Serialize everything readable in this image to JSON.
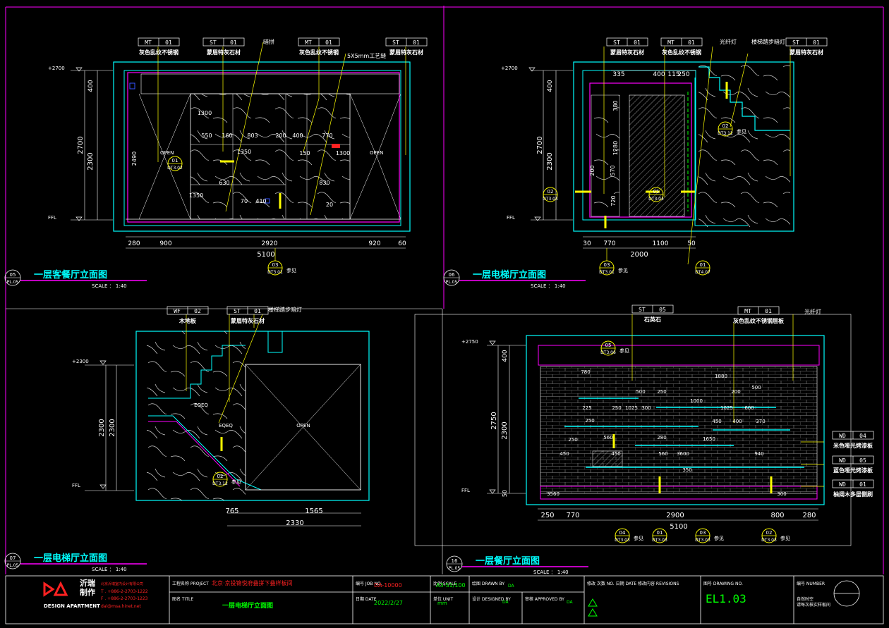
{
  "colors": {
    "background": "#000000",
    "frame": "#ff00ff",
    "wall": "#00ffff",
    "line": "#ffffff",
    "leader": "#ffff00",
    "dimension": "#ffffff",
    "accent": "#ffff00",
    "green": "#00ff00",
    "blue": "#3355ff",
    "red": "#ff2222"
  },
  "panels": {
    "p1": {
      "no": "05",
      "sheet": "PL.05",
      "title": "一层客餐厅立面图",
      "scale": "SCALE ： 1:40",
      "tags": [
        {
          "code": "MT",
          "num": "01",
          "desc": "灰色乱纹不锈钢"
        },
        {
          "code": "ST",
          "num": "01",
          "desc": "蒙眉特灰石材"
        },
        {
          "code": "MT",
          "num": "01",
          "desc": "灰色乱纹不锈钢"
        },
        {
          "code": "ST",
          "num": "01",
          "desc": "蒙眉特灰石材"
        }
      ],
      "notes": [
        "暗拼",
        "5X5mm工艺缝",
        "OPEN",
        "OPEN"
      ],
      "levels": [
        "+2700",
        "FFL"
      ],
      "vdims": [
        "400",
        "2700",
        "2300",
        "2490"
      ],
      "inner_dims": [
        "550",
        "160",
        "803",
        "200",
        "400",
        "770",
        "1300",
        "150",
        "1300",
        "830",
        "1350",
        "1350",
        "630",
        "70",
        "410",
        "20"
      ],
      "bottom_dims": [
        "280",
        "900",
        "2920",
        "920",
        "60"
      ],
      "total": "5100",
      "callouts": [
        {
          "num": "01",
          "ref": "DT3.02"
        },
        {
          "num": "03",
          "ref": "DT3.01",
          "note": "参见"
        }
      ]
    },
    "p2": {
      "no": "06",
      "sheet": "PL.05",
      "title": "一层电梯厅立面图",
      "scale": "SCALE ： 1:40",
      "tags": [
        {
          "code": "ST",
          "num": "01",
          "desc": "蒙眉特灰石材"
        },
        {
          "code": "MT",
          "num": "01",
          "desc": "灰色乱纹不锈钢"
        },
        {
          "code": "ST",
          "num": "01",
          "desc": "蒙眉特灰石材"
        }
      ],
      "notes": [
        "光纤灯",
        "楼梯踏步暗灯",
        "参见"
      ],
      "levels": [
        "+2700",
        "FFL"
      ],
      "vdims": [
        "400",
        "2700",
        "2300"
      ],
      "top_dims": [
        "335",
        "400",
        "115",
        "250"
      ],
      "inner_dims": [
        "380",
        "1280",
        "570",
        "200",
        "720"
      ],
      "bottom_dims": [
        "30",
        "770",
        "1100",
        "50"
      ],
      "total": "2000",
      "callouts": [
        {
          "num": "02",
          "ref": "DT3.04"
        },
        {
          "num": "05",
          "ref": "DT3.04"
        },
        {
          "num": "02",
          "ref": "DT3.12",
          "note": "参见"
        },
        {
          "num": "03",
          "ref": "DT3.01",
          "note": "参见"
        },
        {
          "num": "01",
          "ref": "DT4.07"
        }
      ]
    },
    "p3": {
      "no": "07",
      "sheet": "PL.05",
      "title": "一层电梯厅立面图",
      "scale": "SCALE ： 1:40",
      "tags": [
        {
          "code": "WF",
          "num": "02",
          "desc": "木地板"
        },
        {
          "code": "ST",
          "num": "01",
          "desc": "蒙眉特灰石材"
        }
      ],
      "notes": [
        "楼梯踏步暗灯",
        "OPEN",
        "EQEQ",
        "EQEQ"
      ],
      "levels": [
        "+2300",
        "FFL"
      ],
      "vdims": [
        "2300",
        "2300"
      ],
      "bottom_dims": [
        "765",
        "1565"
      ],
      "total": "2330",
      "callouts": [
        {
          "num": "02",
          "ref": "DT3.12",
          "note": "参见"
        }
      ]
    },
    "p4": {
      "no": "16",
      "sheet": "PL.05",
      "title": "一层餐厅立面图",
      "scale": "SCALE ： 1:40",
      "tags": [
        {
          "code": "ST",
          "num": "05",
          "desc": "石英石"
        },
        {
          "code": "MT",
          "num": "01",
          "desc": "灰色乱纹不锈钢层板"
        },
        {
          "code": "WD",
          "num": "04",
          "desc": "米色哑光烤漆板"
        },
        {
          "code": "WD",
          "num": "05",
          "desc": "蓝色哑光烤漆板"
        },
        {
          "code": "WD",
          "num": "01",
          "desc": "柚阔木多层侧刷"
        }
      ],
      "notes": [
        "光纤灯",
        "参见"
      ],
      "levels": [
        "+2750",
        "FFL"
      ],
      "vdims": [
        "400",
        "2750",
        "2300",
        "50"
      ],
      "inner_dims": [
        "780",
        "500",
        "250",
        "1880",
        "500",
        "200",
        "225",
        "250",
        "1025",
        "300",
        "1000",
        "1025",
        "600",
        "250",
        "450",
        "400",
        "370",
        "250",
        "560",
        "280",
        "1650",
        "450",
        "450",
        "560",
        "3600",
        "940",
        "350",
        "3560",
        "300"
      ],
      "bottom_dims": [
        "250",
        "770",
        "2900",
        "800",
        "280"
      ],
      "total": "5100",
      "callouts": [
        {
          "num": "05",
          "ref": "DT3.06",
          "note": "参见"
        },
        {
          "num": "04",
          "ref": "DT3.03",
          "note": "参见"
        },
        {
          "num": "01",
          "ref": "DT3.03"
        },
        {
          "num": "03",
          "ref": "DT3.03",
          "note": "参见"
        },
        {
          "num": "02",
          "ref": "DT3.03",
          "note": "参见"
        }
      ]
    }
  },
  "titleblock": {
    "logo_cn": "沂瑞\n制作",
    "logo_en": "DESIGN APARTMENT",
    "company_cn": "北京沂瑞室内设计有限公司",
    "tel": "T . +886-2-2703-1222",
    "fax": "F . +886-2-2703-1223",
    "email": "dal@msa.hinet.net",
    "project_label": "工程名称 PROJECT",
    "project": "北京·京投锦悦府叠拼下叠样板间",
    "title_label": "图名 TITLE",
    "title": "一层电梯厅立面图",
    "job_label": "编号 JOB NO.",
    "job": "DA-10000",
    "date_label": "日期 DATE",
    "date": "2022/2/27",
    "scale_label": "比例 SCALE",
    "scale": "A3-S1/100",
    "unit_label": "单位 UNIT",
    "unit": "mm",
    "drawn_label": "绘图 DRAWN BY",
    "drawn": "DA",
    "designed_label": "设计 DESIGNED BY",
    "designed": "DA",
    "approved_label": "审核 APPROVED BY",
    "approved": "DA",
    "revisions_label": "修改 次数 NO. 日期 DATE 修改内容 REVISIONS",
    "drawing_no_label": "图号 DRAWING NO.",
    "drawing_no": "EL1.03",
    "number_label": "编号 NUMBER",
    "notes": "自然时空\n请每次核实样板间"
  }
}
